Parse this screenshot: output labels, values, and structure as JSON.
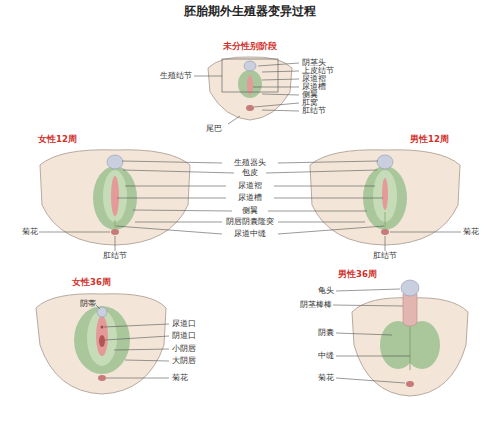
{
  "diagram": {
    "title": "胚胎期外生殖器变异过程",
    "labels": [
      "未分性别阶段",
      "生殖结节",
      "阴茎头",
      "上皮结节",
      "尿道褶",
      "尿道槽",
      "侧翼",
      "肛窝",
      "肛结节",
      "尾巴",
      "女性12周",
      "男性12周",
      "生殖器头",
      "包皮",
      "尿道褶",
      "尿道槽",
      "侧翼",
      "阴唇阴囊隆突",
      "尿道中缝",
      "菊花",
      "肛结节",
      "肛结节",
      "菊花",
      "女性36周",
      "阴蒂",
      "尿道口",
      "阴道口",
      "小阴唇",
      "大阴唇",
      "菊花",
      "男性36周",
      "龟头",
      "阴茎棒棒",
      "阴囊",
      "中缝",
      "菊花"
    ]
  }
}
